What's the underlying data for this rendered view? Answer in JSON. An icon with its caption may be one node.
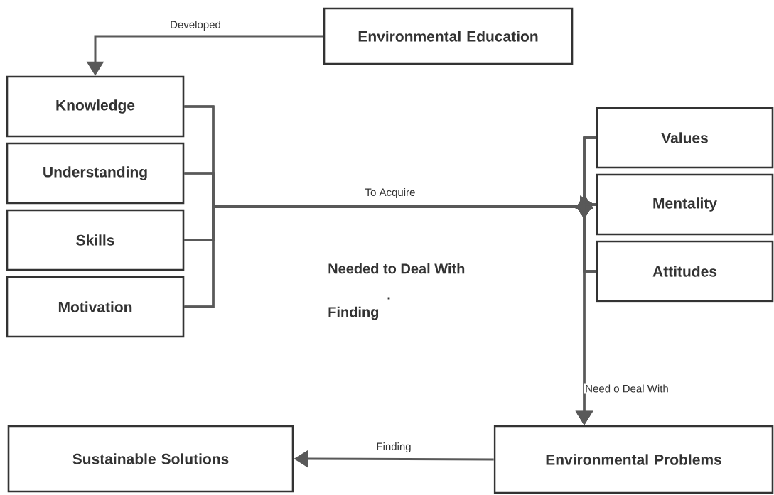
{
  "diagram": {
    "nodes": [
      {
        "text": [
          "Environmental Education"
        ]
      },
      {
        "text": [
          "Knowledge"
        ]
      },
      {
        "text": [
          "Understanding"
        ]
      },
      {
        "text": [
          "Skills"
        ]
      },
      {
        "text": [
          "Motivation"
        ]
      },
      {
        "text": [
          "Values"
        ]
      },
      {
        "text": [
          "Mentality"
        ]
      },
      {
        "text": [
          "Attitudes"
        ]
      },
      {
        "text": [
          "Environmental Problems"
        ]
      },
      {
        "text": [
          "Sustainable Solutions"
        ]
      }
    ],
    "edges": [
      {
        "from": 0,
        "to": 1,
        "arrow": "to",
        "label": "Developed"
      },
      {
        "from": 1,
        "to": 5,
        "arrow": "to",
        "label": "To Acquire"
      },
      {
        "from": 1,
        "to": 6,
        "arrow": "to"
      },
      {
        "from": 1,
        "to": 7,
        "arrow": "to"
      },
      {
        "from": 2,
        "to": 5,
        "arrow": "to"
      },
      {
        "from": 2,
        "to": 6,
        "arrow": "to"
      },
      {
        "from": 2,
        "to": 7,
        "arrow": "to"
      },
      {
        "from": 3,
        "to": 5,
        "arrow": "to"
      },
      {
        "from": 3,
        "to": 6,
        "arrow": "to"
      },
      {
        "from": 3,
        "to": 7,
        "arrow": "to"
      },
      {
        "from": 4,
        "to": 5,
        "arrow": "to"
      },
      {
        "from": 4,
        "to": 6,
        "arrow": "to"
      },
      {
        "from": 4,
        "to": 7,
        "arrow": "to"
      },
      {
        "from": 5,
        "to": 8,
        "arrow": "to",
        "label": "Need o Deal With"
      },
      {
        "from": 6,
        "to": 8,
        "arrow": "to"
      },
      {
        "from": 7,
        "to": 8,
        "arrow": "to"
      },
      {
        "from": 8,
        "to": 9,
        "arrow": "to",
        "label": "Finding"
      }
    ],
    "labels": [
      "Needed to Deal With",
      ".",
      "Finding"
    ]
  }
}
